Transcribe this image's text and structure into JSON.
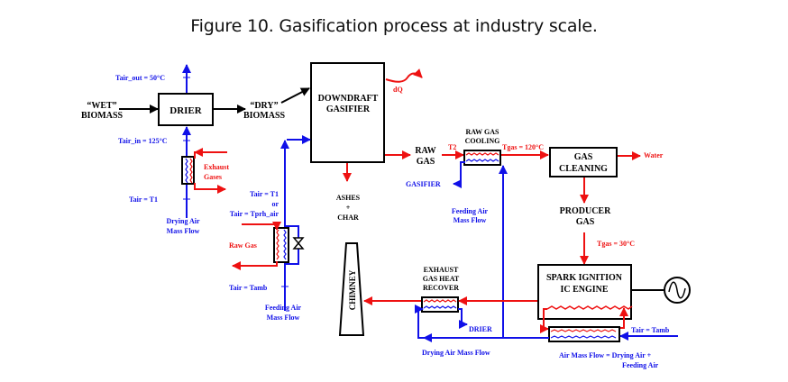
{
  "caption": {
    "prefix": "Figure 10",
    "text": ". Gasification process at industry scale."
  },
  "colors": {
    "air": "#1010e8",
    "gas": "#ee1111",
    "solid": "#000000"
  },
  "blocks": {
    "drier": "DRIER",
    "gasifier_1": "DOWNDRAFT",
    "gasifier_2": "GASIFIER",
    "gas_cleaning_1": "GAS",
    "gas_cleaning_2": "CLEANING",
    "engine_1": "SPARK IGNITION",
    "engine_2": "IC ENGINE",
    "chimney": "CHIMNEY"
  },
  "labels": {
    "wet_biomass_1": "“WET”",
    "wet_biomass_2": "BIOMASS",
    "dry_biomass_1": "“DRY”",
    "dry_biomass_2": "BIOMASS",
    "tair_out": "Tair_out = 50°C",
    "tair_in": "Tair_in = 125°C",
    "exhaust_gases_1": "Exhaust",
    "exhaust_gases_2": "Gases",
    "tair_t1_left": "Tair = T1",
    "drying_air_1": "Drying Air",
    "drying_air_2": "Mass Flow",
    "tair_t1_mid": "Tair = T1",
    "or": "or",
    "tair_tprh": "Tair = Tprh_air",
    "raw_gas_small": "Raw Gas",
    "tair_tamb_left": "Tair = Tamb",
    "feeding_air_left_1": "Feeding Air",
    "feeding_air_left_2": "Mass Flow",
    "dq": "dQ",
    "ashes_1": "ASHES",
    "ashes_2": "+",
    "ashes_3": "CHAR",
    "raw_gas_1": "RAW",
    "raw_gas_2": "GAS",
    "t2": "T2",
    "raw_gas_cooling_1": "RAW GAS",
    "raw_gas_cooling_2": "COOLING",
    "tgas_120": "Tgas = 120°C",
    "gasifier_return": "GASIFIER",
    "feeding_air_mid_1": "Feeding Air",
    "feeding_air_mid_2": "Mass Flow",
    "water": "Water",
    "producer_gas_1": "PRODUCER",
    "producer_gas_2": "GAS",
    "tgas_30": "Tgas = 30°C",
    "exhaust_hr_1": "EXHAUST",
    "exhaust_hr_2": "GAS HEAT",
    "exhaust_hr_3": "RECOVER",
    "drier_return": "DRIER",
    "drying_air_bottom": "Drying Air Mass Flow",
    "tair_tamb_right": "Tair = Tamb",
    "air_mass_flow_1": "Air Mass Flow = Drying Air +",
    "air_mass_flow_2": "Feeding Air"
  }
}
